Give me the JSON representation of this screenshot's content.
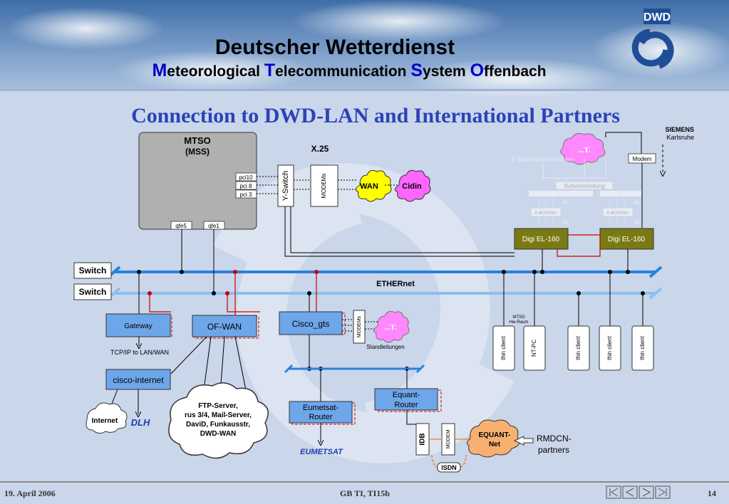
{
  "header": {
    "title": "Deutscher Wetterdienst",
    "subtitle_parts": [
      {
        "initial": "M",
        "rest": "eteorological "
      },
      {
        "initial": "T",
        "rest": "elecommunication "
      },
      {
        "initial": "S",
        "rest": "ystem "
      },
      {
        "initial": "O",
        "rest": "ffenbach"
      }
    ],
    "logo_text": "DWD"
  },
  "slide_title": "Connection to DWD-LAN and International Partners",
  "mtso": {
    "title": "MTSO",
    "subtitle": "(MSS)",
    "ports_right": [
      "pci10",
      "pci 8",
      "pci 3"
    ],
    "ports_bottom": [
      "qfe5",
      "qfe1"
    ]
  },
  "yswitch": "Y-Switch",
  "x25": "X.25",
  "modems": "MODEMs",
  "wan": "WAN",
  "cidin": "Cidin",
  "siemens": {
    "line1": "SIEMENS",
    "line2": "Karlsruhe"
  },
  "modem": "Modem",
  "t_cloud": "...T.",
  "faded": {
    "sammelruf": "2 Sammelrufnummern",
    "rufweiter": "Rufweiterleitung",
    "modems8": "8 MODEMs",
    "x8": "8x"
  },
  "digi": [
    "Digi EL-160",
    "Digi EL-160"
  ],
  "switches": [
    "Switch",
    "Switch"
  ],
  "ethernet": "ETHERnet",
  "gateway": "Gateway",
  "tcpip": "TCP/IP to LAN/WAN",
  "ofwan": "OF-WAN",
  "cisco_gts": "Cisco_gts",
  "standleitungen": "Standleitungen",
  "cisco_internet": "cisco-internet",
  "internet": "Internet",
  "dlh": "DLH",
  "servers": [
    "FTP-Server,",
    "rus 3/4,   Mail-Server,",
    "DaviD,   Funkausstr,",
    "DWD-WAN"
  ],
  "eumetsat_router": [
    "Eumetsat-",
    "Router"
  ],
  "eumetsat": "EUMETSAT",
  "equant_router": [
    "Equant-",
    "Router"
  ],
  "idb": "IDB",
  "modem_small": "MODEM",
  "equant_net": [
    "EQUANT-",
    "Net"
  ],
  "isdn": "ISDN",
  "rmdcn": [
    "RMDCN-",
    "partners"
  ],
  "mtso_hw": [
    "MTSO",
    "Hw-Raum"
  ],
  "clients": [
    "thin client",
    "NT-PC",
    "thin client",
    "thin client",
    "thin client"
  ],
  "footer": {
    "date": "19. April 2006",
    "center": "GB TI, TI15b",
    "page": "14"
  }
}
